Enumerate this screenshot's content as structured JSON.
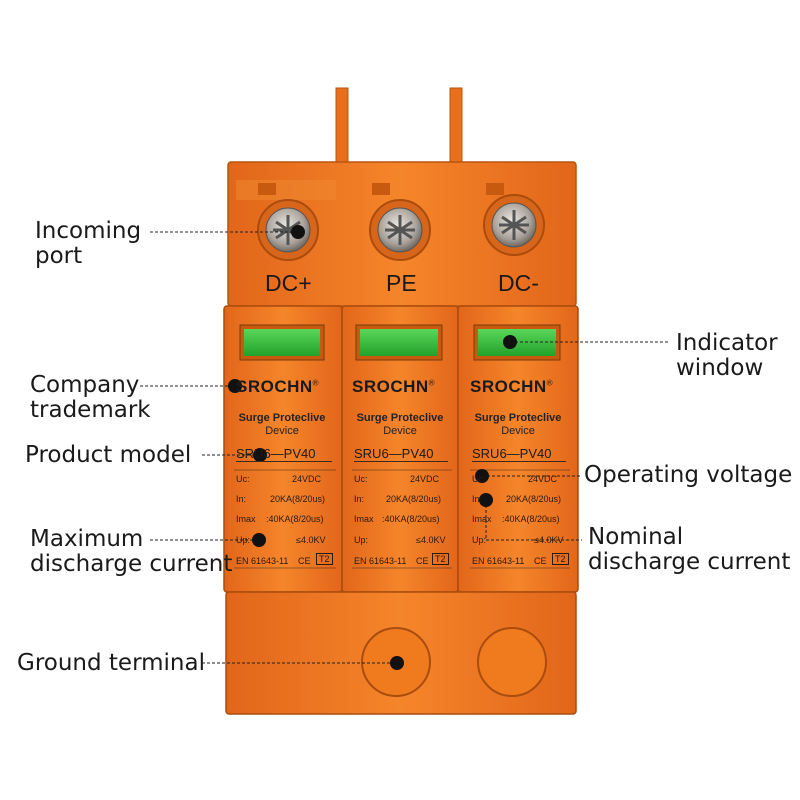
{
  "terminals": {
    "left": "DC+",
    "middle": "PE",
    "right": "DC-"
  },
  "modules": [
    {
      "brand": "SROCHN",
      "reg": "®",
      "subtitle_line1": "Surge Proteclive",
      "subtitle_line2": "Device",
      "model": "SRU6—PV40",
      "uc_label": "Uc:",
      "uc_value": "24VDC",
      "in_label": "In:",
      "in_value": "20KA(8/20us)",
      "imax_label": "Imax",
      "imax_value": ":40KA(8/20us)",
      "up_label": "Up:",
      "up_value": "≤4.0KV",
      "standard": "EN 61643-11",
      "ce": "CE",
      "class": "T2"
    },
    {
      "brand": "SROCHN",
      "reg": "®",
      "subtitle_line1": "Surge Proteclive",
      "subtitle_line2": "Device",
      "model": "SRU6—PV40",
      "uc_label": "Uc:",
      "uc_value": "24VDC",
      "in_label": "In:",
      "in_value": "20KA(8/20us)",
      "imax_label": "Imax",
      "imax_value": ":40KA(8/20us)",
      "up_label": "Up:",
      "up_value": "≤4.0KV",
      "standard": "EN 61643-11",
      "ce": "CE",
      "class": "T2"
    },
    {
      "brand": "SROCHN",
      "reg": "®",
      "subtitle_line1": "Surge Proteclive",
      "subtitle_line2": "Device",
      "model": "SRU6—PV40",
      "uc_label": "Uc:",
      "uc_value": "24VDC",
      "in_label": "In:",
      "in_value": "20KA(8/20us)",
      "imax_label": "Imax",
      "imax_value": ":40KA(8/20us)",
      "up_label": "Up:",
      "up_value": "≤4.0KV",
      "standard": "EN 61643-11",
      "ce": "CE",
      "class": "T2"
    }
  ],
  "callouts": {
    "incoming_port": [
      "Incoming",
      "port"
    ],
    "company_trademark": [
      "Company",
      "trademark"
    ],
    "product_model": [
      "Product model"
    ],
    "maximum_discharge_current": [
      "Maximum",
      "discharge current"
    ],
    "ground_terminal": [
      "Ground terminal"
    ],
    "indicator_window": [
      "Indicator",
      "window"
    ],
    "operating_voltage": [
      "Operating voltage"
    ],
    "nominal_discharge_current": [
      "Nominal",
      "discharge current"
    ]
  },
  "colors": {
    "body": "#f07a1e",
    "body_dark": "#c85a10",
    "indicator": "#37c23c",
    "screw": "#b8b2a8"
  }
}
